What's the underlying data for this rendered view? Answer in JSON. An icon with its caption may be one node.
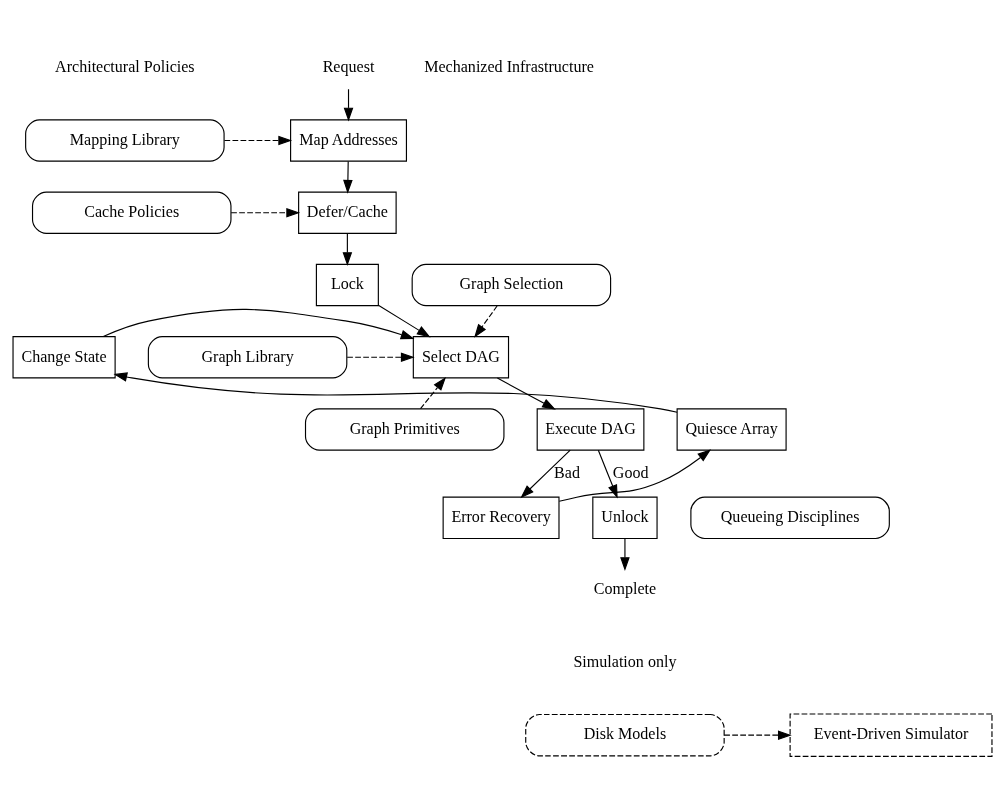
{
  "diagram": {
    "nodes": [
      {
        "text": [
          "Request"
        ]
      },
      {
        "text": [
          "Map Addresses"
        ]
      },
      {
        "text": [
          "Defer/Cache"
        ]
      },
      {
        "text": [
          "Lock"
        ]
      },
      {
        "text": [
          "Select DAG"
        ]
      },
      {
        "text": [
          "Execute DAG"
        ]
      },
      {
        "text": [
          "Unlock"
        ]
      },
      {
        "text": [
          "Complete"
        ]
      },
      {
        "text": [
          "Change State"
        ]
      },
      {
        "text": [
          "Quiesce Array"
        ]
      },
      {
        "text": [
          "Error Recovery"
        ]
      },
      {
        "text": [
          "Mapping Library"
        ]
      },
      {
        "text": [
          "Cache Policies"
        ]
      },
      {
        "text": [
          "Graph Selection"
        ]
      },
      {
        "text": [
          "Graph Library"
        ]
      },
      {
        "text": [
          "Graph Primitives"
        ]
      },
      {
        "text": [
          "Queueing Disciplines"
        ]
      },
      {
        "text": [
          "Disk Models"
        ]
      },
      {
        "text": [
          "Event-Driven Simulator"
        ]
      }
    ],
    "edges": [
      {
        "from": 0,
        "to": 1,
        "arrow": "to"
      },
      {
        "from": 1,
        "to": 2,
        "arrow": "to"
      },
      {
        "from": 2,
        "to": 3,
        "arrow": "to"
      },
      {
        "from": 3,
        "to": 4,
        "arrow": "to"
      },
      {
        "from": 4,
        "to": 5,
        "arrow": "to"
      },
      {
        "from": 5,
        "to": 6,
        "arrow": "to",
        "label": "Good"
      },
      {
        "from": 5,
        "to": 10,
        "arrow": "to",
        "label": "Bad"
      },
      {
        "from": 10,
        "to": 9,
        "arrow": "to"
      },
      {
        "from": 9,
        "to": 8,
        "arrow": "to"
      },
      {
        "from": 8,
        "to": 4,
        "arrow": "to"
      },
      {
        "from": 6,
        "to": 7,
        "arrow": "to"
      },
      {
        "from": 11,
        "to": 1,
        "arrow": "to",
        "style": "dashed"
      },
      {
        "from": 12,
        "to": 2,
        "arrow": "to",
        "style": "dashed"
      },
      {
        "from": 13,
        "to": 4,
        "arrow": "to",
        "style": "dashed"
      },
      {
        "from": 14,
        "to": 4,
        "arrow": "to",
        "style": "dashed"
      },
      {
        "from": 15,
        "to": 4,
        "arrow": "to",
        "style": "dashed"
      },
      {
        "from": 17,
        "to": 18,
        "arrow": "to",
        "style": "dashed"
      }
    ],
    "labels": [
      "Architectural Policies",
      "Mechanized Infrastructure",
      "Simulation only"
    ]
  }
}
